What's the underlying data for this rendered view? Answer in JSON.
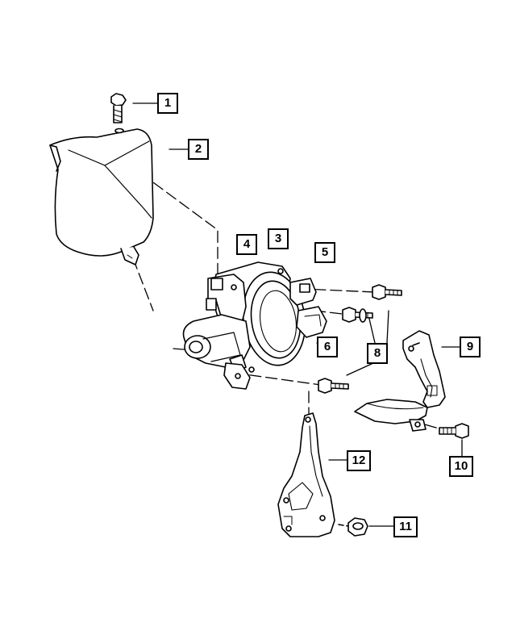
{
  "diagram": {
    "callouts": [
      {
        "id": "1",
        "label": "1"
      },
      {
        "id": "2",
        "label": "2"
      },
      {
        "id": "3",
        "label": "3"
      },
      {
        "id": "4",
        "label": "4"
      },
      {
        "id": "5",
        "label": "5"
      },
      {
        "id": "6",
        "label": "6"
      },
      {
        "id": "8",
        "label": "8"
      },
      {
        "id": "9",
        "label": "9"
      },
      {
        "id": "10",
        "label": "10"
      },
      {
        "id": "11",
        "label": "11"
      },
      {
        "id": "12",
        "label": "12"
      }
    ],
    "colors": {
      "line": "#000000",
      "fill": "#ffffff"
    }
  }
}
